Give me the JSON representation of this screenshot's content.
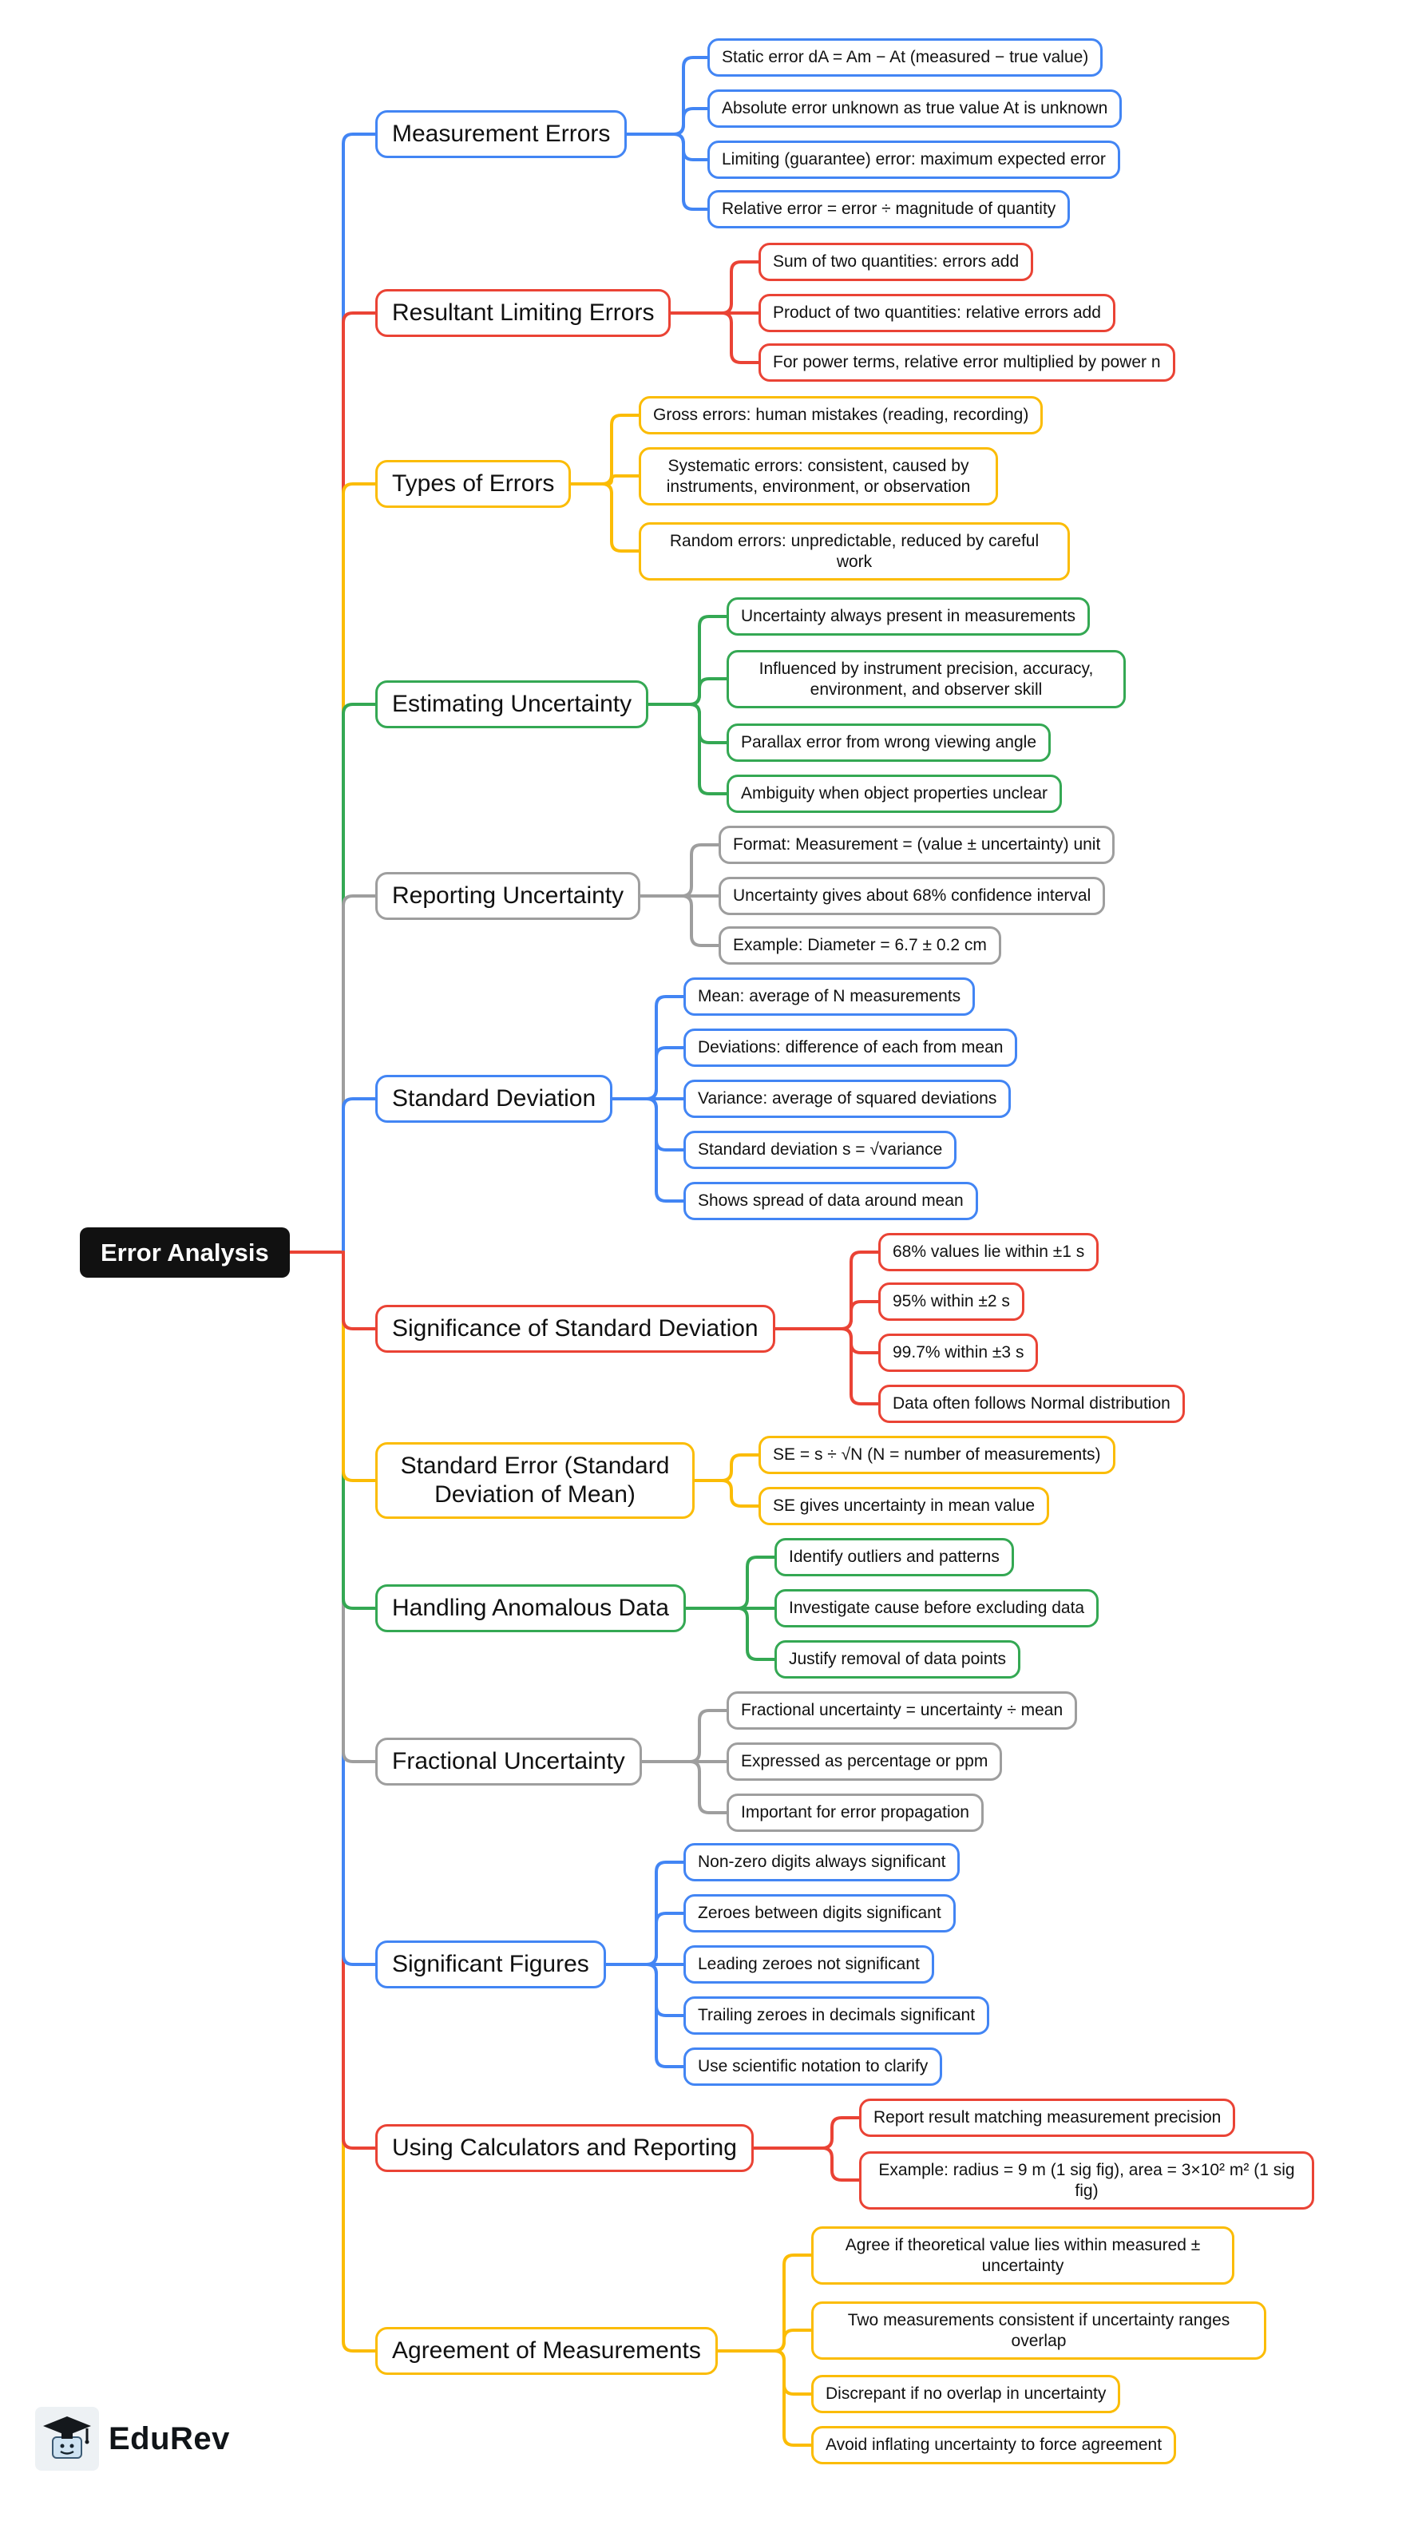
{
  "palette": {
    "blue": "#4285f4",
    "red": "#ea4335",
    "yellow": "#fbbc05",
    "green": "#34a853",
    "gray": "#9e9e9e",
    "root_bg": "#111111",
    "root_text": "#ffffff"
  },
  "root": {
    "label": "Error Analysis"
  },
  "branches": [
    {
      "label": "Measurement Errors",
      "color": "blue",
      "children": [
        "Static error dA = Am − At (measured − true value)",
        "Absolute error unknown as true value At is unknown",
        "Limiting (guarantee) error: maximum expected error",
        "Relative error = error ÷ magnitude of quantity"
      ]
    },
    {
      "label": "Resultant Limiting Errors",
      "color": "red",
      "children": [
        "Sum of two quantities: errors add",
        "Product of two quantities: relative errors add",
        "For power terms, relative error multiplied by power n"
      ]
    },
    {
      "label": "Types of Errors",
      "color": "yellow",
      "children": [
        "Gross errors: human mistakes (reading, recording)",
        "Systematic errors: consistent, caused by instruments, environment, or observation",
        "Random errors: unpredictable, reduced by careful work"
      ]
    },
    {
      "label": "Estimating Uncertainty",
      "color": "green",
      "children": [
        "Uncertainty always present in measurements",
        "Influenced by instrument precision, accuracy, environment, and observer skill",
        "Parallax error from wrong viewing angle",
        "Ambiguity when object properties unclear"
      ]
    },
    {
      "label": "Reporting Uncertainty",
      "color": "gray",
      "children": [
        "Format: Measurement = (value ± uncertainty) unit",
        "Uncertainty gives about 68% confidence interval",
        "Example: Diameter = 6.7 ± 0.2 cm"
      ]
    },
    {
      "label": "Standard Deviation",
      "color": "blue",
      "children": [
        "Mean: average of N measurements",
        "Deviations: difference of each from mean",
        "Variance: average of squared deviations",
        "Standard deviation s = √variance",
        "Shows spread of data around mean"
      ]
    },
    {
      "label": "Significance of Standard Deviation",
      "color": "red",
      "children": [
        "68% values lie within ±1 s",
        "95% within ±2 s",
        "99.7% within ±3 s",
        "Data often follows Normal distribution"
      ]
    },
    {
      "label": "Standard Error (Standard Deviation of Mean)",
      "color": "yellow",
      "children": [
        "SE = s ÷ √N (N = number of measurements)",
        "SE gives uncertainty in mean value"
      ]
    },
    {
      "label": "Handling Anomalous Data",
      "color": "green",
      "children": [
        "Identify outliers and patterns",
        "Investigate cause before excluding data",
        "Justify removal of data points"
      ]
    },
    {
      "label": "Fractional Uncertainty",
      "color": "gray",
      "children": [
        "Fractional uncertainty = uncertainty ÷ mean",
        "Expressed as percentage or ppm",
        "Important for error propagation"
      ]
    },
    {
      "label": "Significant Figures",
      "color": "blue",
      "children": [
        "Non-zero digits always significant",
        "Zeroes between digits significant",
        "Leading zeroes not significant",
        "Trailing zeroes in decimals significant",
        "Use scientific notation to clarify"
      ]
    },
    {
      "label": "Using Calculators and Reporting",
      "color": "red",
      "children": [
        "Report result matching measurement precision",
        "Example: radius = 9 m (1 sig fig), area = 3×10² m² (1 sig fig)"
      ]
    },
    {
      "label": "Agreement of Measurements",
      "color": "yellow",
      "children": [
        "Agree if theoretical value lies within measured ± uncertainty",
        "Two measurements consistent if uncertainty ranges overlap",
        "Discrepant if no overlap in uncertainty",
        "Avoid inflating uncertainty to force agreement"
      ]
    }
  ],
  "logo": {
    "brand": "EduRev"
  }
}
